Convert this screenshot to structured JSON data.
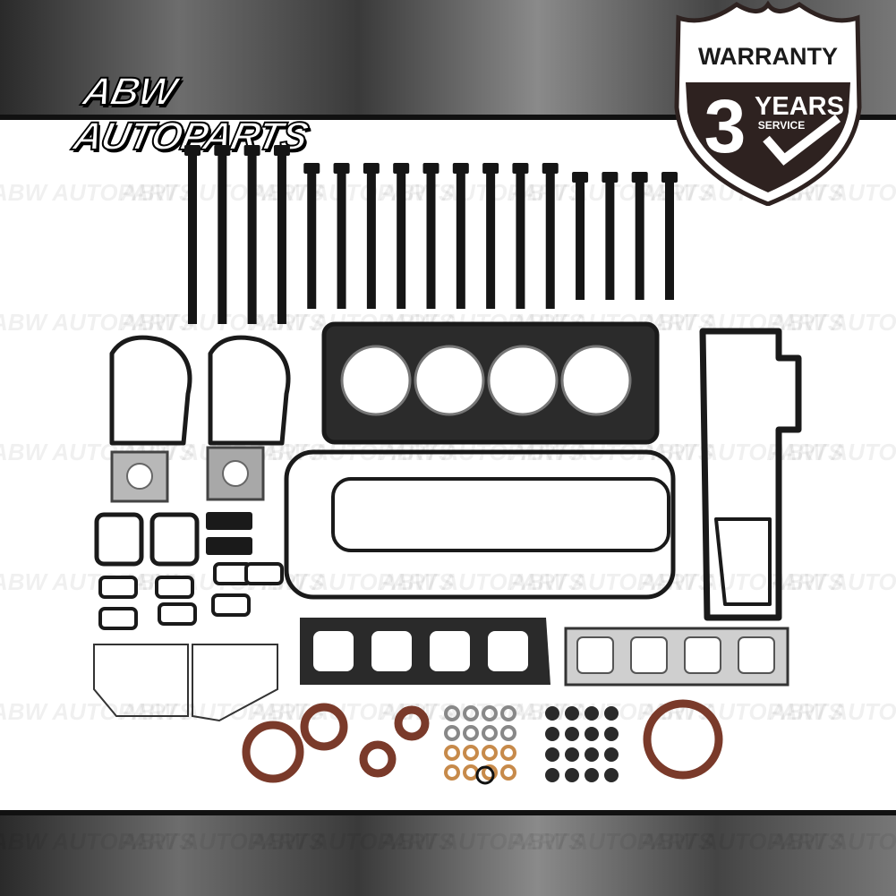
{
  "brand": {
    "logo_text": "ABW AUTOPARTS",
    "watermark": "ABW AUTOPARTS"
  },
  "warranty_badge": {
    "title": "WARRANTY",
    "number": "3",
    "unit": "YEARS",
    "subtitle": "SERVICE",
    "icon": "checkmark-icon"
  },
  "colors": {
    "badge_dark": "#2e2220",
    "gasket_black": "#1a1a1a",
    "seal_brown": "#7a3a2a",
    "bolt_black": "#151515"
  },
  "product": {
    "bolt_count": 17
  }
}
